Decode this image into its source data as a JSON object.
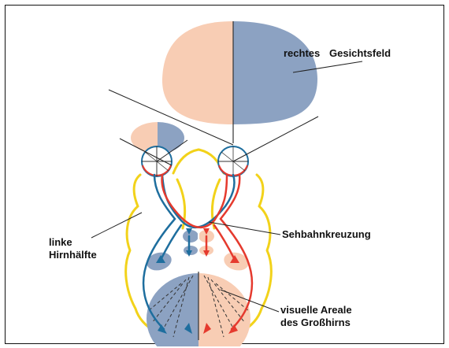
{
  "labels": {
    "right_visual_field_word1": "rechtes",
    "right_visual_field_word2": "Gesichtsfeld",
    "left_hemisphere_line1": "linke",
    "left_hemisphere_line2": "Hirnhälfte",
    "optic_chiasm": "Sehbahnkreuzung",
    "visual_areas_line1": "visuelle Areale",
    "visual_areas_line2": "des Großhirns"
  },
  "colors": {
    "left_field": "#f8cdb4",
    "right_field": "#8ca2c2",
    "left_pathway": "#1e6e9e",
    "right_pathway": "#e53a2e",
    "brain_outline": "#f2d21a",
    "leader_line": "#222222"
  }
}
